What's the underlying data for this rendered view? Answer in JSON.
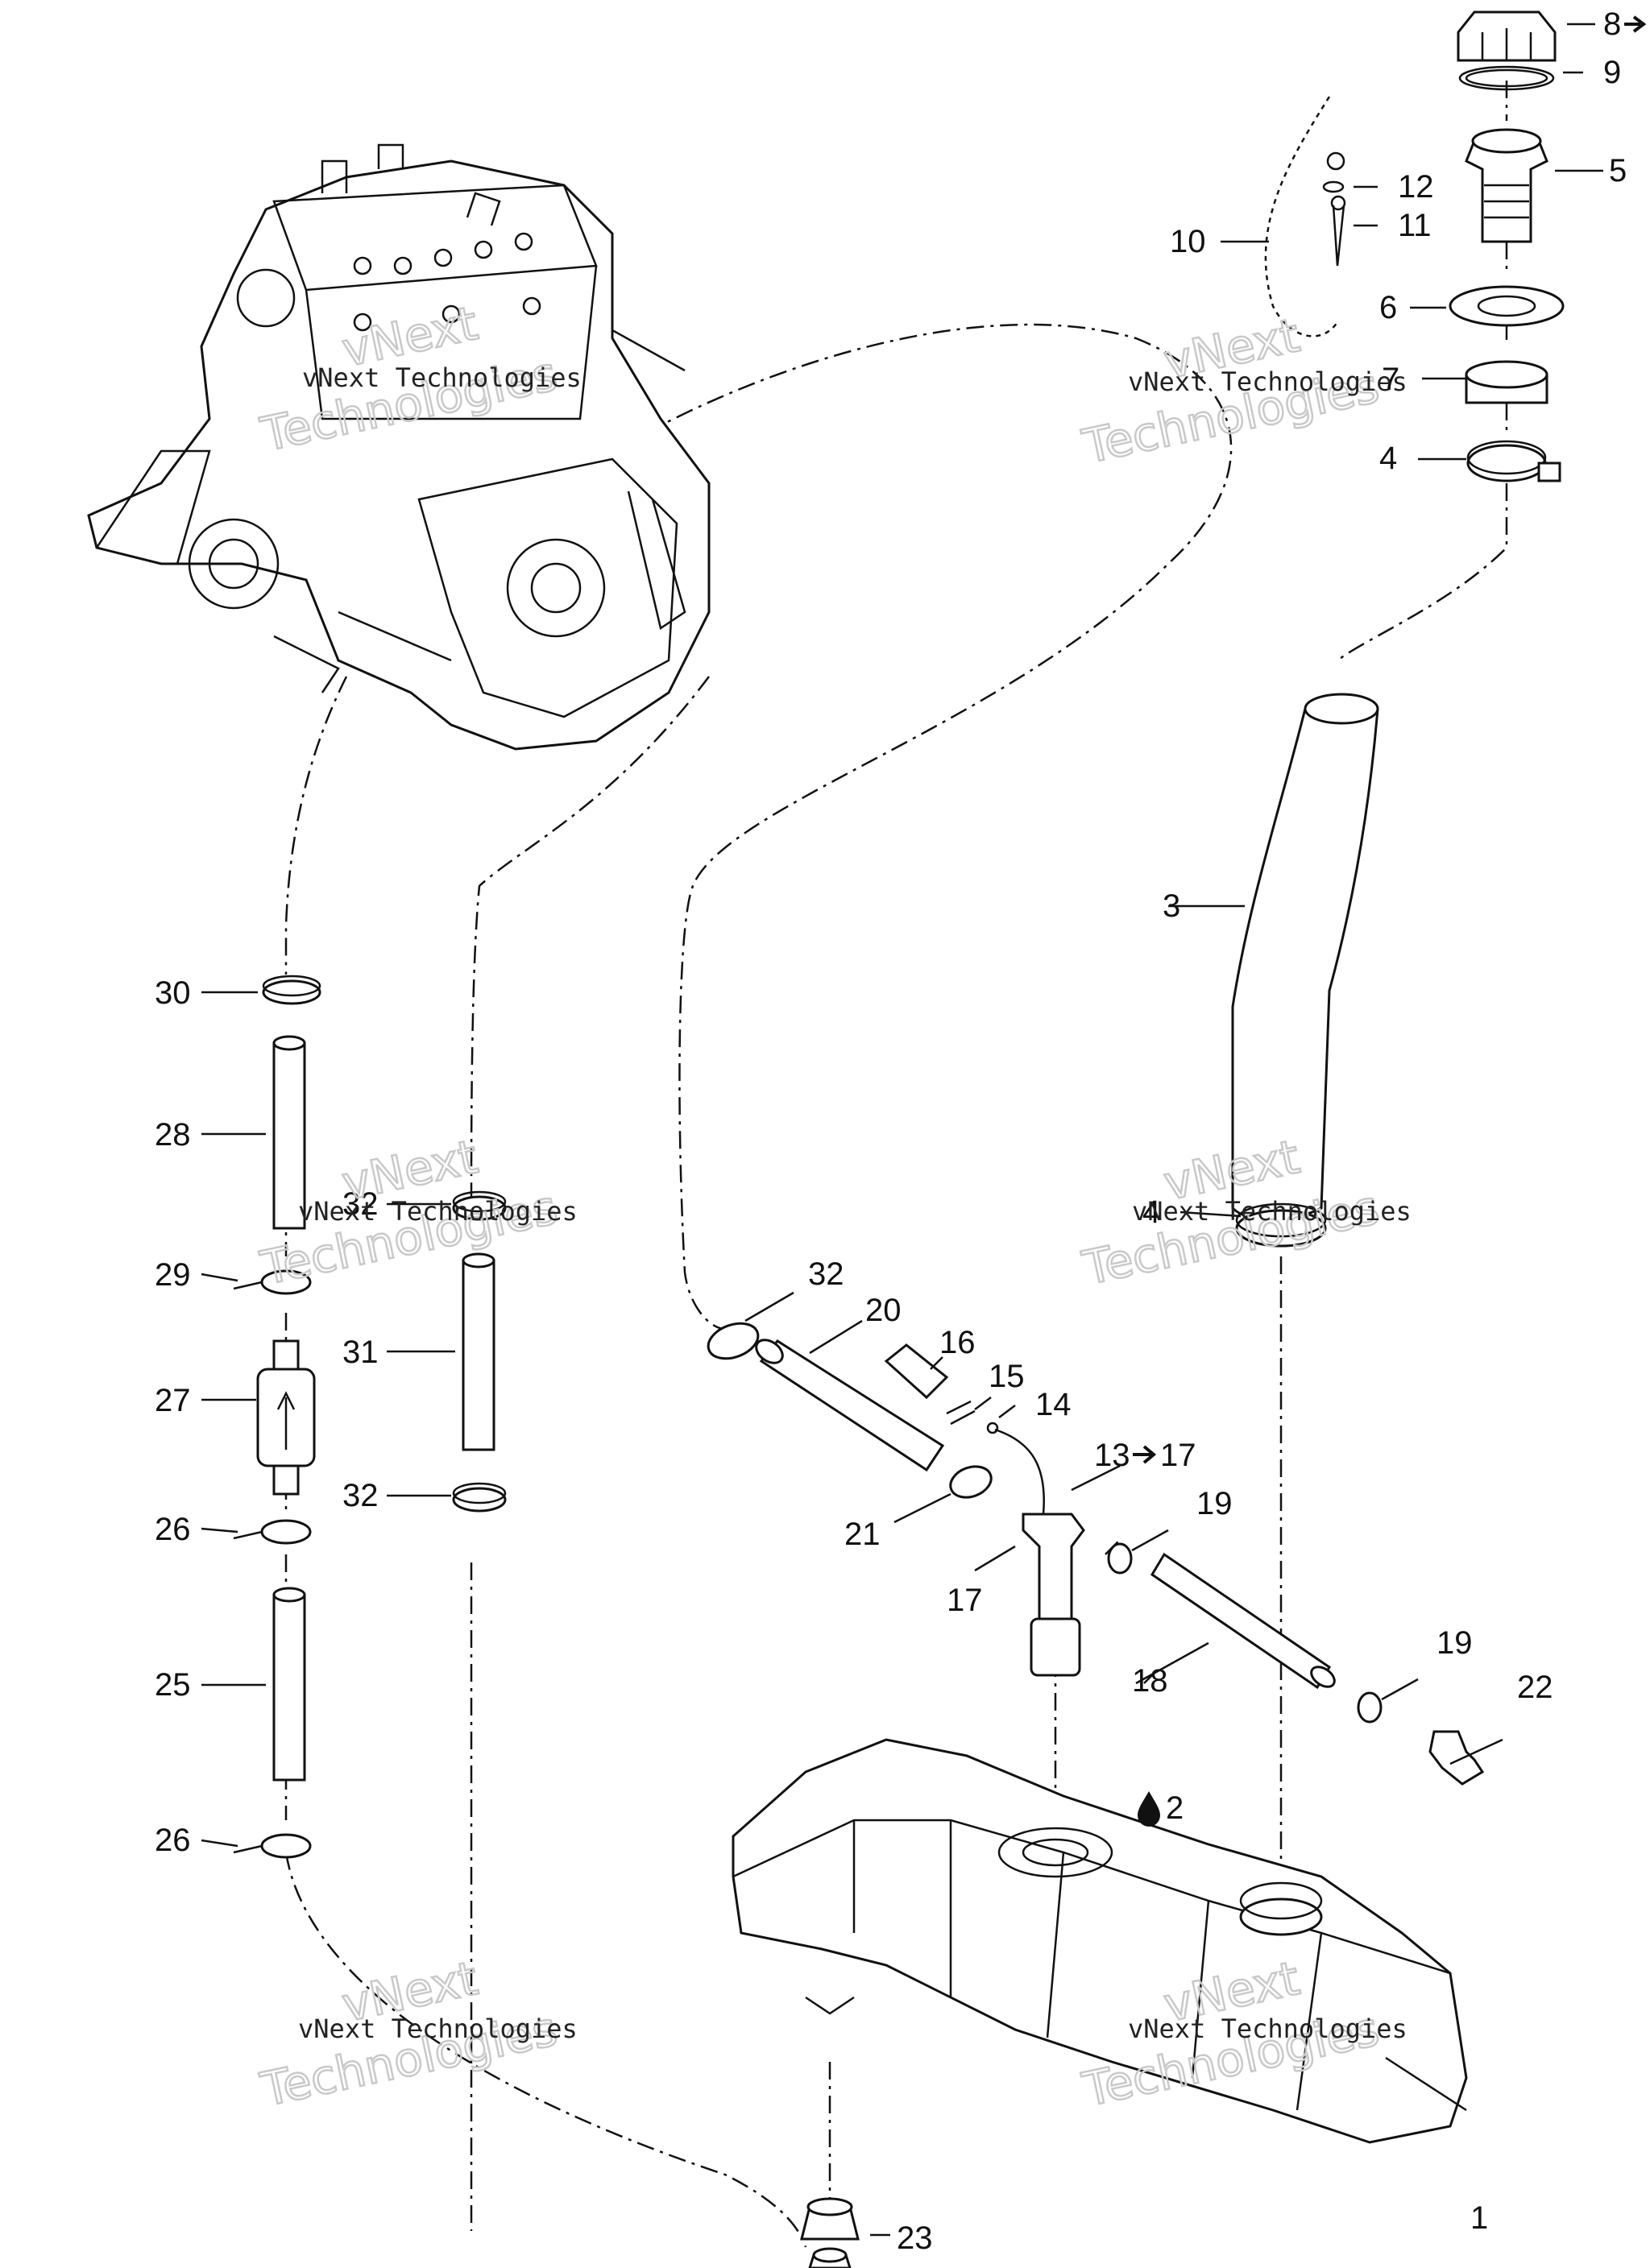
{
  "callouts": {
    "c1": "1",
    "c2": "2",
    "c3": "3",
    "c4a": "4",
    "c4b": "4",
    "c5": "5",
    "c6": "6",
    "c7": "7",
    "c8": "8",
    "c9": "9",
    "c10": "10",
    "c11": "11",
    "c12": "12",
    "c13": "13",
    "c13_to": "17",
    "c14": "14",
    "c15": "15",
    "c16": "16",
    "c17": "17",
    "c18": "18",
    "c19a": "19",
    "c19b": "19",
    "c20": "20",
    "c21": "21",
    "c22": "22",
    "c23": "23",
    "c25": "25",
    "c26a": "26",
    "c26b": "26",
    "c27": "27",
    "c28": "28",
    "c29": "29",
    "c30": "30",
    "c31": "31",
    "c32a": "32",
    "c32b": "32",
    "c32c": "32"
  },
  "watermark": {
    "line1": "vNext Technologies",
    "line2a": "vNext",
    "line2b": "Technologies"
  },
  "icons": {
    "arrow": "right-arrow-icon",
    "drop": "oil-drop-icon"
  }
}
